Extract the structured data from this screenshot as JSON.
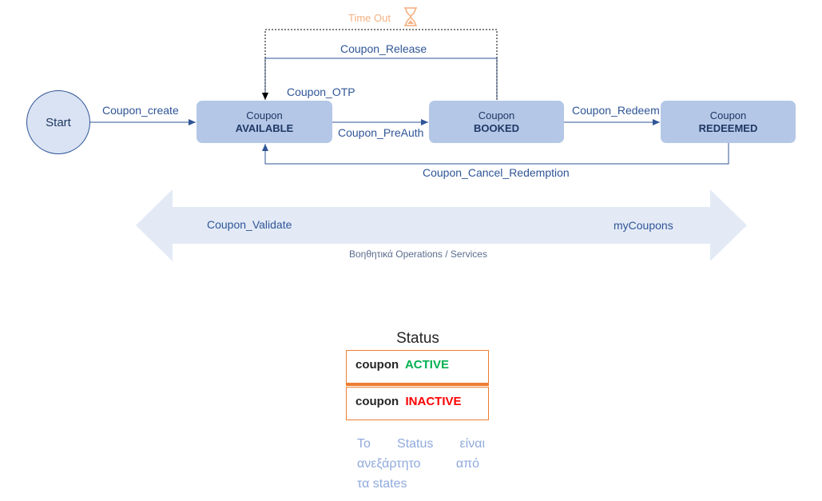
{
  "diagram": {
    "start_label": "Start",
    "states": [
      {
        "line1": "Coupon",
        "line2": "AVAILABLE"
      },
      {
        "line1": "Coupon",
        "line2": "BOOKED"
      },
      {
        "line1": "Coupon",
        "line2": "REDEEMED"
      }
    ],
    "transitions": {
      "create": "Coupon_create",
      "otp": "Coupon_OTP",
      "preauth": "Coupon_PreAuth",
      "redeem": "Coupon_Redeem",
      "release": "Coupon_Release",
      "cancel_redemption": "Coupon_Cancel_Redemption",
      "timeout": "Time Out"
    },
    "timeout_icon": "hourglass-icon",
    "helper_arrow": {
      "left_label": "Coupon_Validate",
      "right_label": "myCoupons",
      "caption": "Βοηθητικά Operations / Services"
    }
  },
  "status": {
    "title": "Status",
    "rows": [
      {
        "word": "coupon",
        "state": "ACTIVE",
        "color": "#00b050"
      },
      {
        "word": "coupon",
        "state": "INACTIVE",
        "color": "#ff0000"
      }
    ],
    "note_lines": [
      [
        "Το",
        "Status",
        "είναι"
      ],
      [
        "ανεξάρτητο",
        "από"
      ],
      [
        "τα states"
      ]
    ]
  },
  "colors": {
    "state_fill": "#b4c7e7",
    "edge": "#2f5597",
    "timeout": "#f4b183",
    "helper_arrow_fill": "#dae3f3",
    "status_border": "#ed7d31"
  }
}
